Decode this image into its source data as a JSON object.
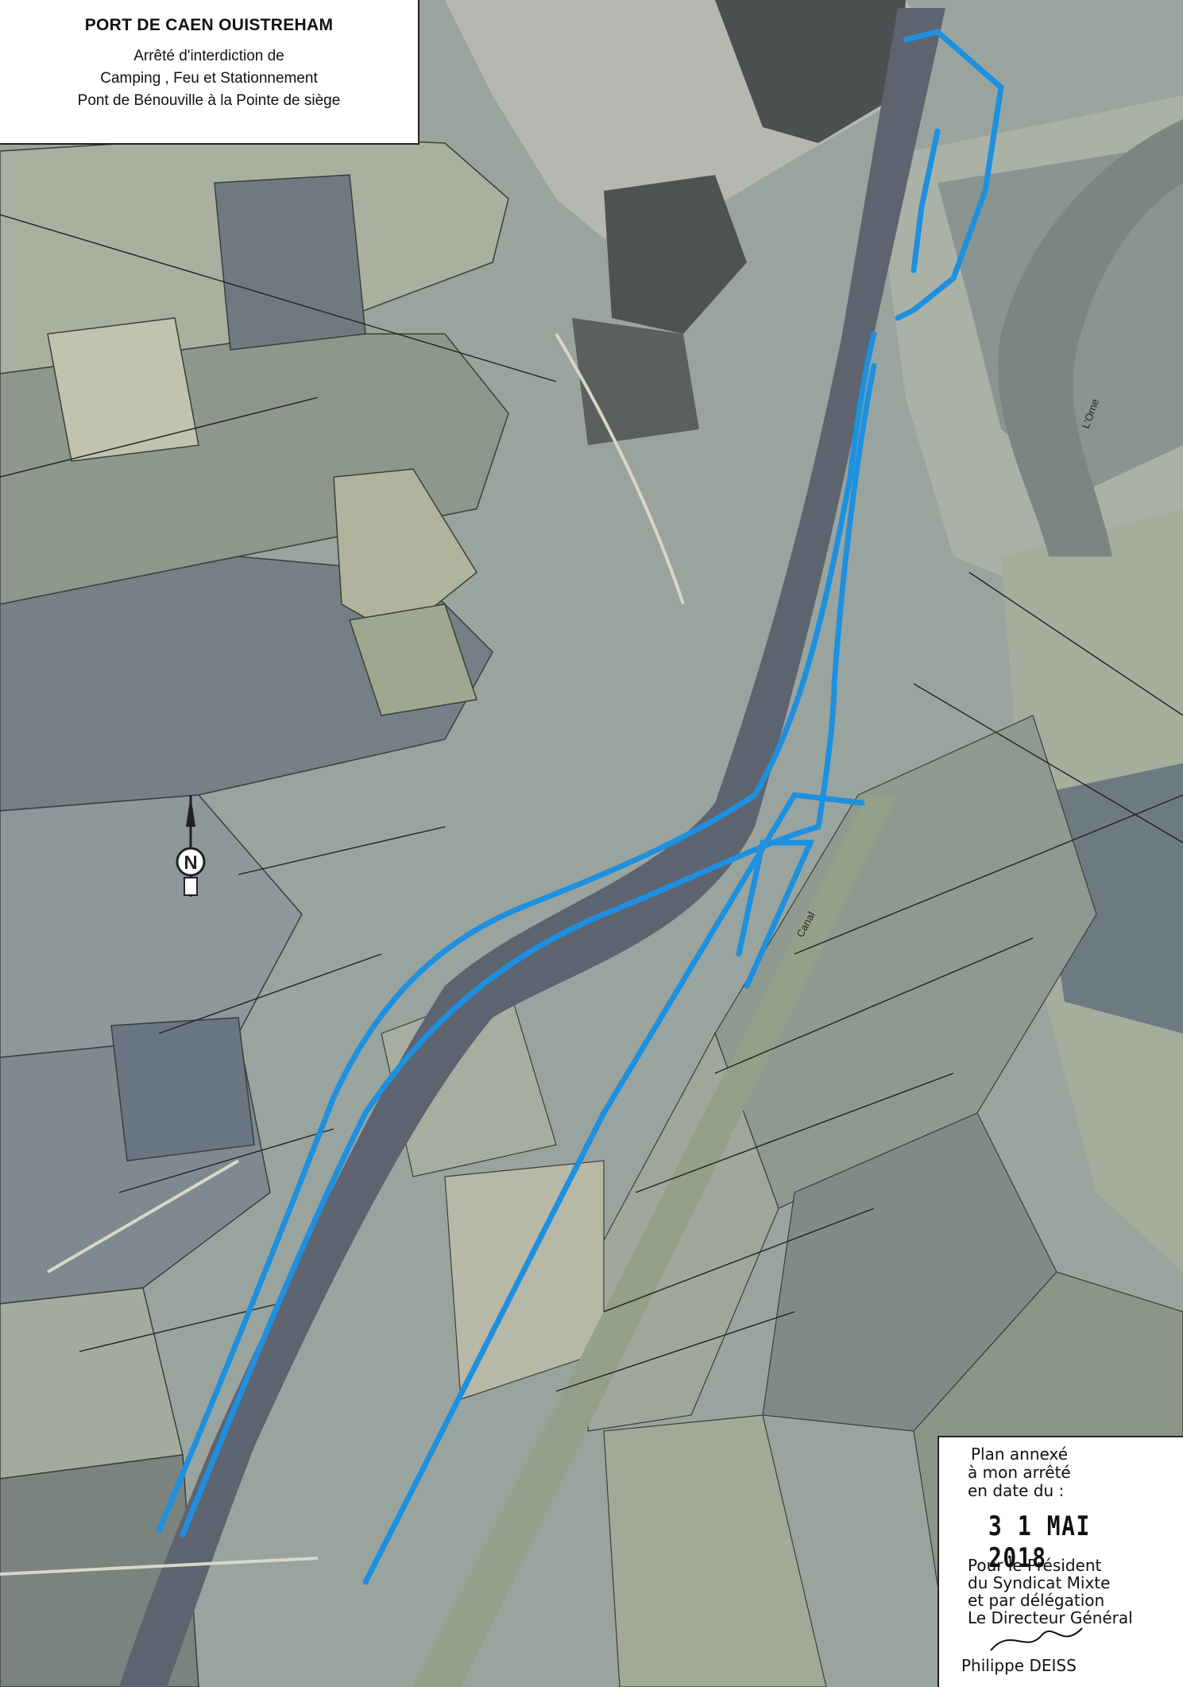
{
  "header": {
    "title": "PORT DE CAEN OUISTREHAM",
    "line1": "Arrêté d'interdiction de",
    "line2": "Camping , Feu  et Stationnement",
    "line3": "Pont de Bénouville à la  Pointe de siège"
  },
  "stamp": {
    "line1": "Plan  annexé",
    "line2": "à mon arrêté",
    "line3": "en date du :",
    "date": "3 1 MAI 2018",
    "line4": "Pour le Président",
    "line5": "du Syndicat Mixte",
    "line6": "et par délégation",
    "line7": "Le Directeur Général",
    "signatory": "Philippe DEISS"
  },
  "map": {
    "north_label": "N",
    "zone_color": "#1e90e0",
    "water_color": "#5d6470",
    "field_color": "#8f9a93",
    "labels": {
      "river": "L'Orne",
      "canal": "Canal"
    }
  }
}
